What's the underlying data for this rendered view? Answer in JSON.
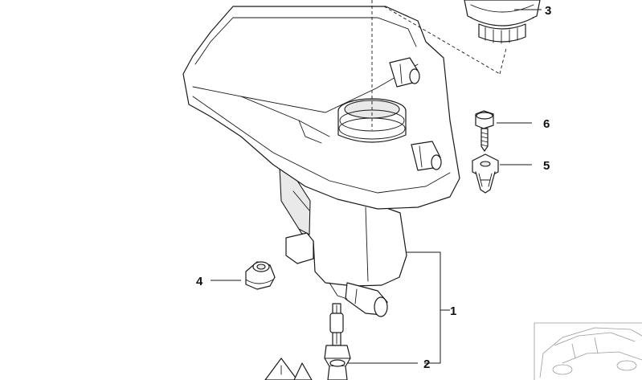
{
  "callouts": {
    "c1": "1",
    "c2": "2",
    "c3": "3",
    "c4": "4",
    "c5": "5",
    "c6": "6"
  },
  "parts": [
    {
      "callout": "1",
      "icon": "expansion-tank-icon"
    },
    {
      "callout": "2",
      "icon": "level-sensor-icon"
    },
    {
      "callout": "3",
      "icon": "cap-icon"
    },
    {
      "callout": "4",
      "icon": "grommet-icon"
    },
    {
      "callout": "5",
      "icon": "clip-nut-icon"
    },
    {
      "callout": "6",
      "icon": "screw-icon"
    }
  ]
}
